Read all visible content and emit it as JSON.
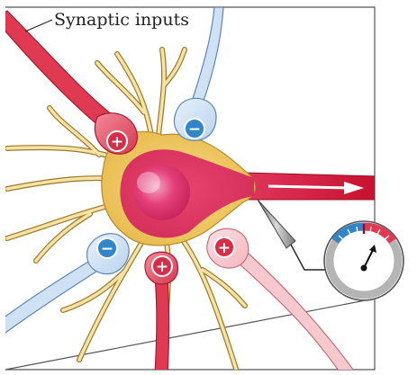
{
  "label": "Synaptic inputs",
  "synapses": [
    {
      "id": "upper-left",
      "type": "excitatory",
      "sign": "+"
    },
    {
      "id": "upper-right",
      "type": "inhibitory",
      "sign": "−"
    },
    {
      "id": "lower-left",
      "type": "inhibitory",
      "sign": "−"
    },
    {
      "id": "bottom",
      "type": "excitatory",
      "sign": "+"
    },
    {
      "id": "lower-right",
      "type": "excitatory",
      "sign": "+"
    }
  ],
  "colors": {
    "excitatory": "#e23a52",
    "inhibitory": "#2f86c9",
    "soma": "#f0c558",
    "axon": "#c8102e",
    "frame": "#555555"
  }
}
